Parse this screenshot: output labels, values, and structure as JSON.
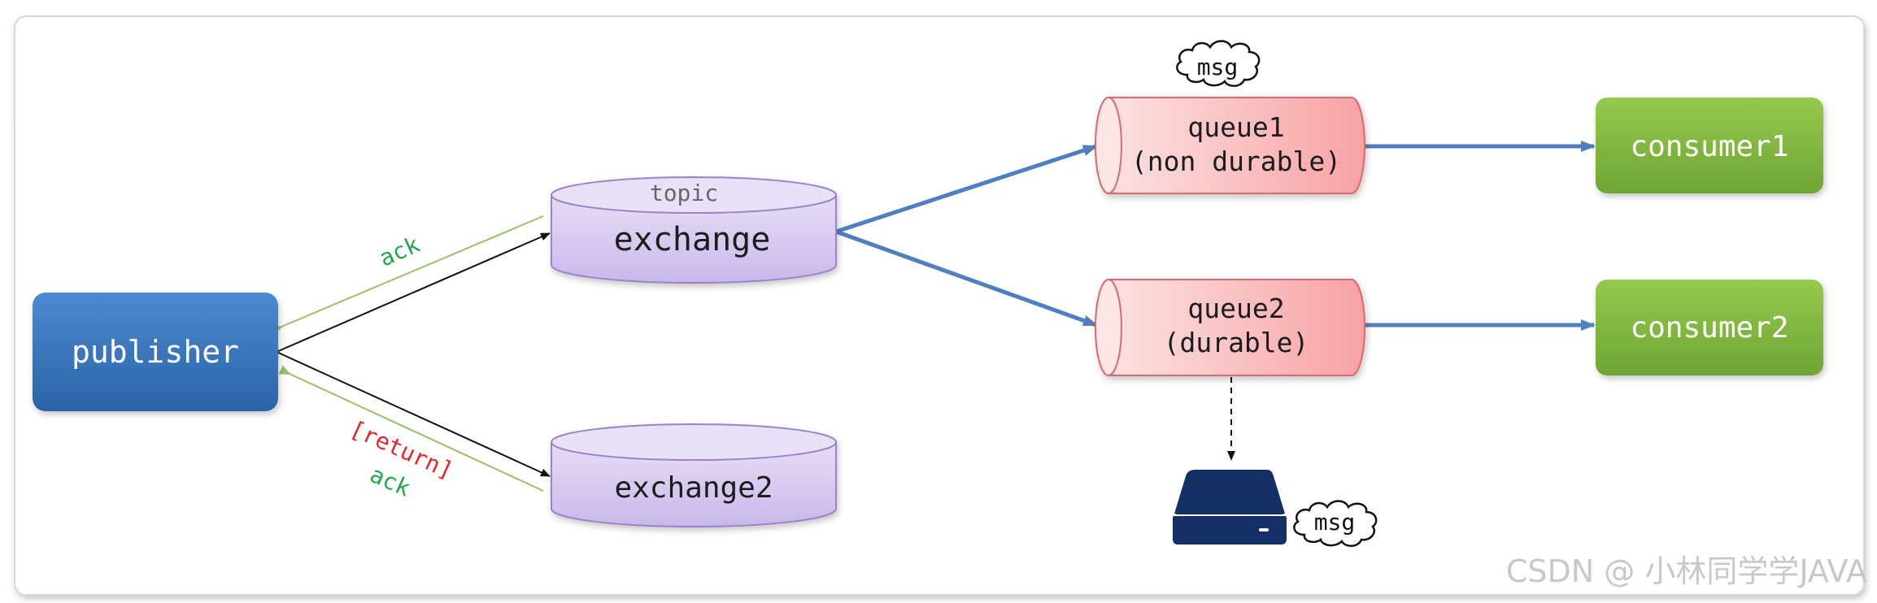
{
  "publisher": {
    "label": "publisher"
  },
  "exchange": {
    "type_label": "topic",
    "label": "exchange"
  },
  "exchange2": {
    "label": "exchange2"
  },
  "queue1": {
    "line1": "queue1",
    "line2": "(non durable)"
  },
  "queue2": {
    "line1": "queue2",
    "line2": "(durable)"
  },
  "consumer1": {
    "label": "consumer1"
  },
  "consumer2": {
    "label": "consumer2"
  },
  "msg_top": "msg",
  "msg_disk": "msg",
  "ack_upper": "ack",
  "return_label": "[return]",
  "ack_lower": "ack",
  "watermark": "CSDN @ 小林同学学JAVA",
  "colors": {
    "publisher_blue": "#2f6fb6",
    "consumer_green": "#7ab23c",
    "exchange_purple": "#d9cdf0",
    "queue_red": "#fbc3c3",
    "arrow_blue": "#4f7fbf",
    "ack_green": "#22a84a",
    "return_red": "#e8262a",
    "disk_navy": "#132f63"
  }
}
